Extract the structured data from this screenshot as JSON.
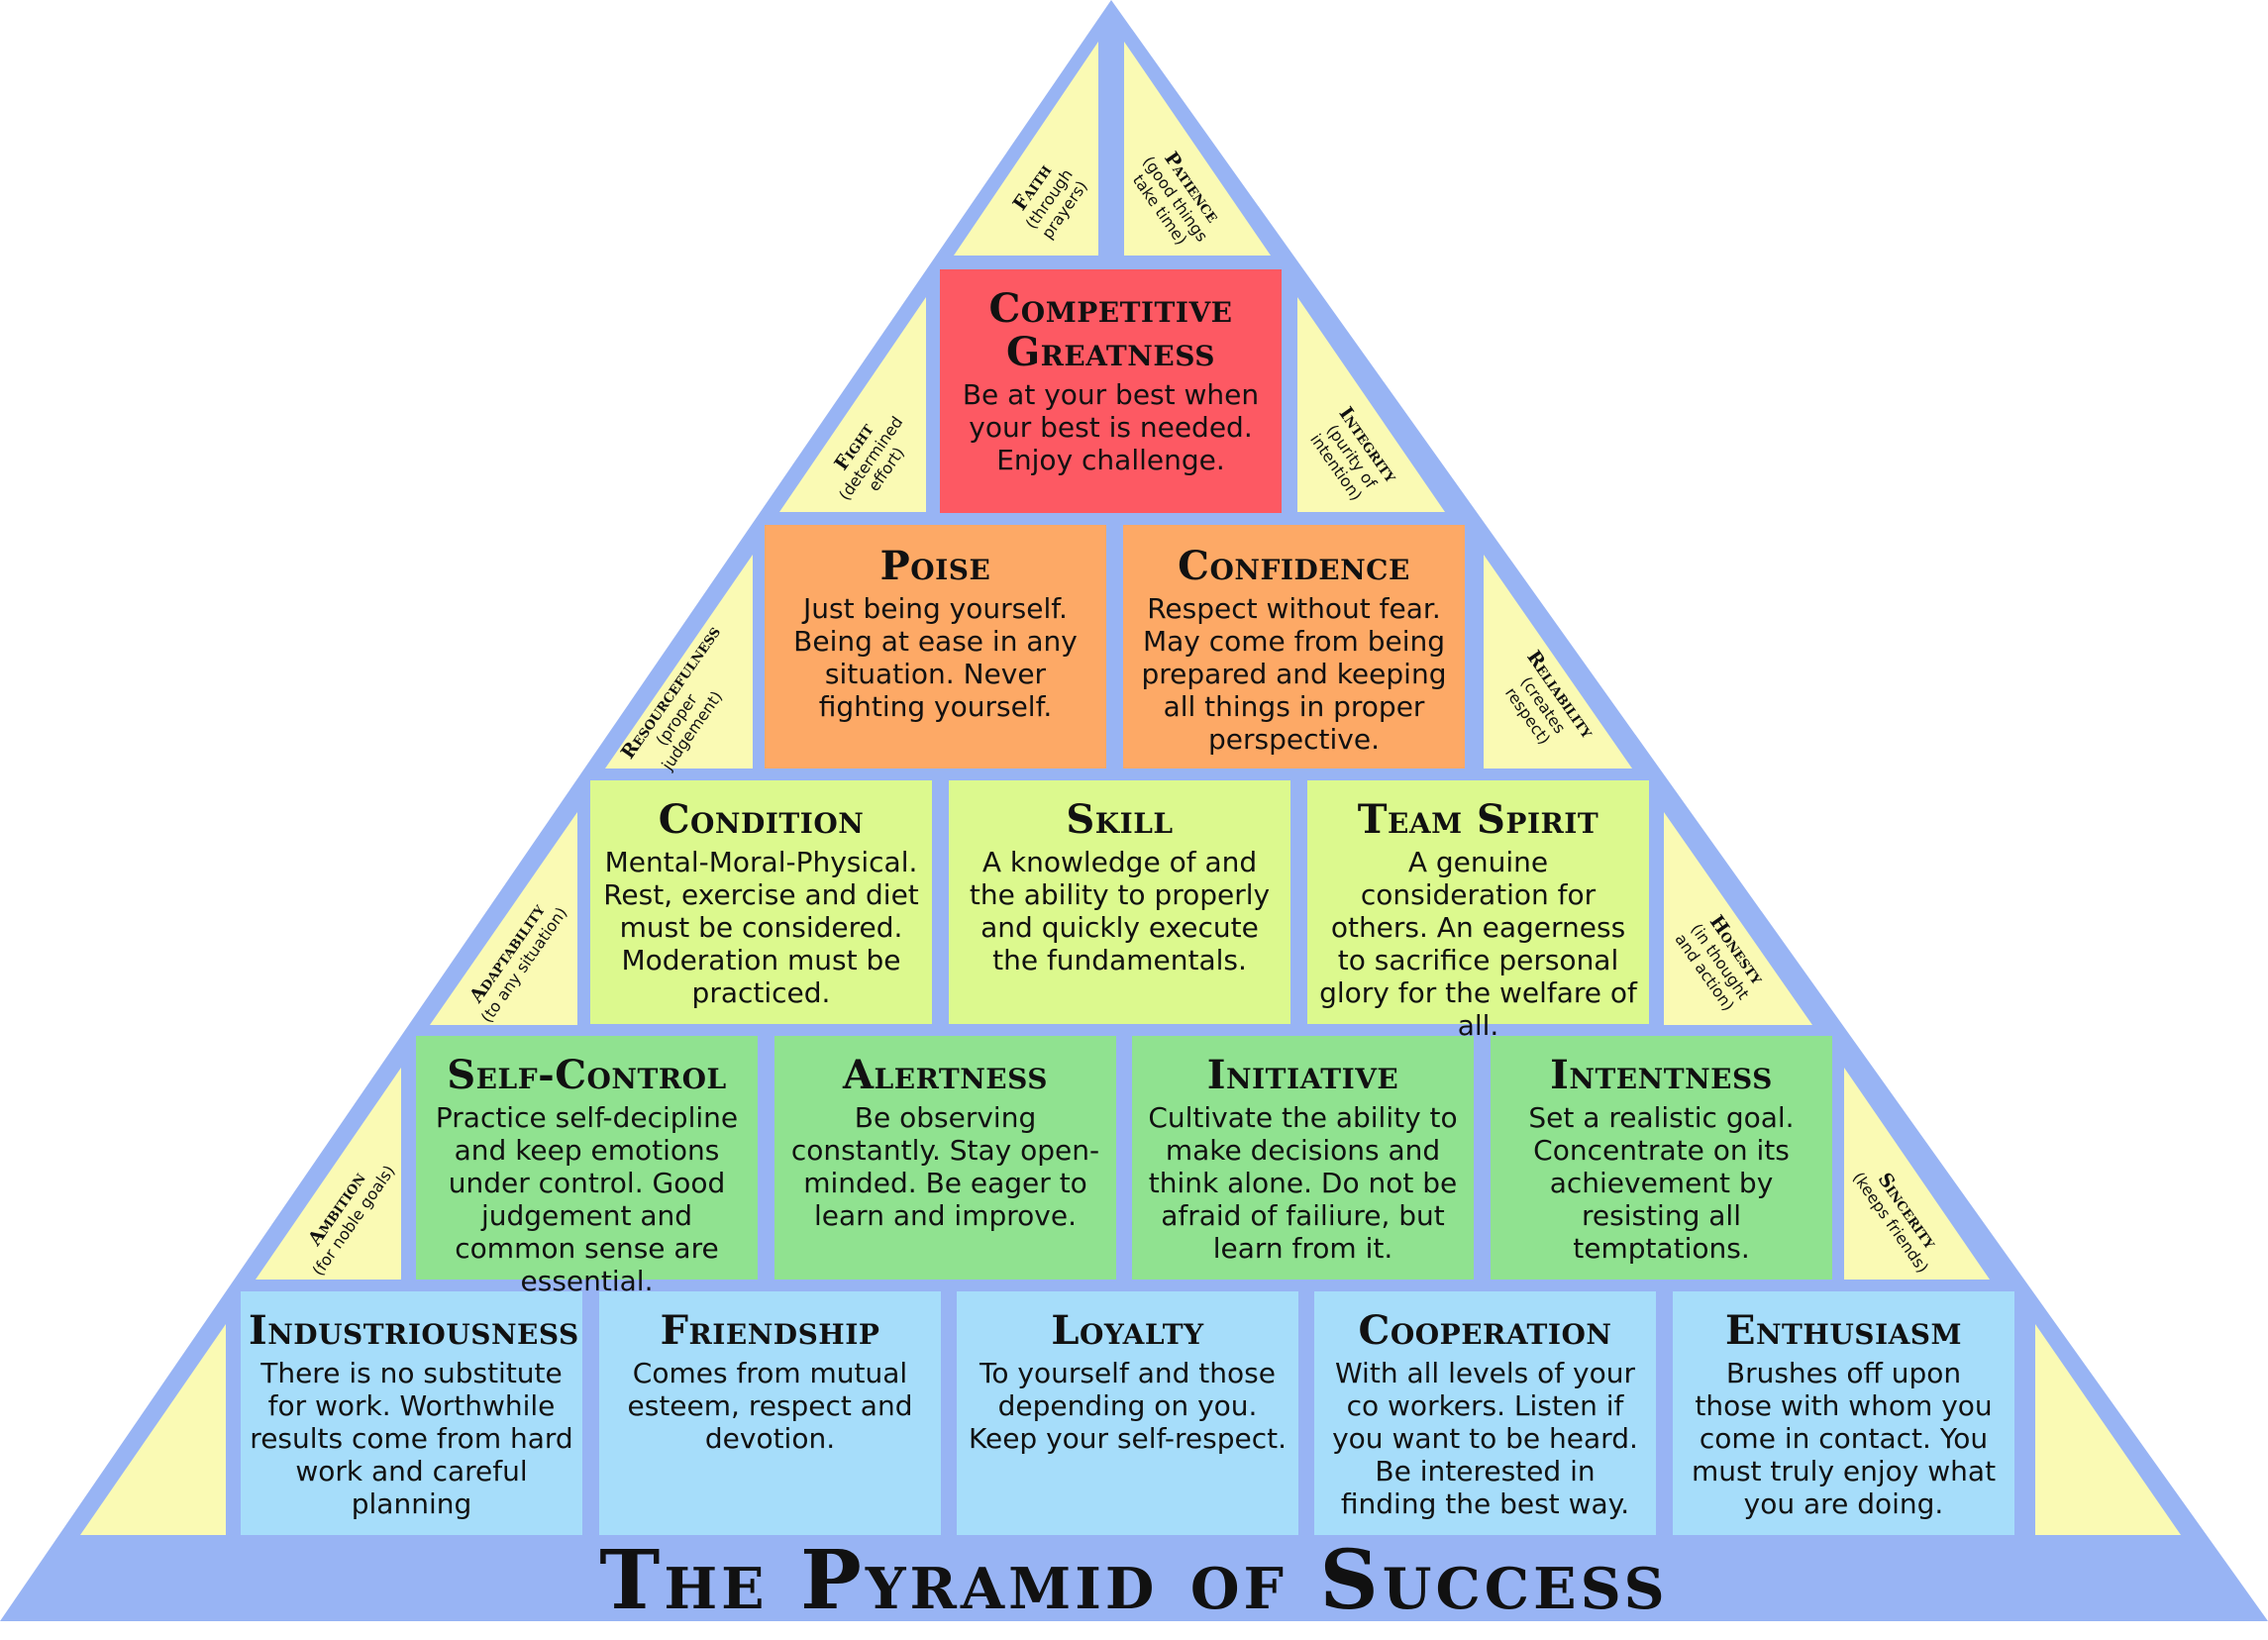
{
  "colors": {
    "frame": "#98b4f4",
    "side": "#fafab4",
    "base_row": "#a6ddfa",
    "row2": "#90e290",
    "row3": "#dcf98e",
    "row4": "#fda966",
    "top": "#fd5963"
  },
  "title": "The Pyramid of Success",
  "blocks": {
    "competitive_greatness": {
      "name": "Competitive Greatness",
      "desc": "Be at your best when your best is needed. Enjoy challenge."
    },
    "poise": {
      "name": "Poise",
      "desc": "Just being yourself. Being at ease in any situation. Never fighting yourself."
    },
    "confidence": {
      "name": "Confidence",
      "desc": "Respect without fear. May come from being prepared and keeping all things in proper perspective."
    },
    "condition": {
      "name": "Condition",
      "desc": "Mental-Moral-Physical. Rest, exercise and diet must be considered. Moderation must be practiced."
    },
    "skill": {
      "name": "Skill",
      "desc": "A knowledge of and the ability to properly and quickly execute the fundamentals."
    },
    "team_spirit": {
      "name": "Team Spirit",
      "desc": "A genuine consideration for others. An eagerness to sacrifice personal glory for the welfare of all."
    },
    "self_control": {
      "name": "Self-Control",
      "desc": "Practice self-decipline and keep emotions under control. Good judgement and common sense are essential."
    },
    "alertness": {
      "name": "Alertness",
      "desc": "Be observing constantly. Stay open-minded. Be eager to learn and improve."
    },
    "initiative": {
      "name": "Initiative",
      "desc": "Cultivate the ability to make decisions and think alone. Do not be afraid of failiure, but learn from it."
    },
    "intentness": {
      "name": "Intentness",
      "desc": "Set a realistic goal. Concentrate on its achievement by resisting all temptations."
    },
    "industriousness": {
      "name": "Industriousness",
      "desc": "There is no substitute for work. Worthwhile results come from hard work and careful planning"
    },
    "friendship": {
      "name": "Friendship",
      "desc": "Comes from mutual esteem, respect and devotion."
    },
    "loyalty": {
      "name": "Loyalty",
      "desc": "To yourself and those depending on you. Keep your self-respect."
    },
    "cooperation": {
      "name": "Cooperation",
      "desc": "With all levels of your co workers. Listen if you want to be heard. Be interested in finding the best way."
    },
    "enthusiasm": {
      "name": "Enthusiasm",
      "desc": "Brushes off upon those with whom you come in contact. You must truly enjoy what you are doing."
    }
  },
  "sides": {
    "faith": {
      "name": "Faith",
      "note": "(through prayers)"
    },
    "patience": {
      "name": "Patience",
      "note": "(good things take time)"
    },
    "fight": {
      "name": "Fight",
      "note": "(determined effort)"
    },
    "integrity": {
      "name": "Integrity",
      "note": "(purity of intention)"
    },
    "resourcefulness": {
      "name": "Resourcefulness",
      "note": "(proper judgement)"
    },
    "reliability": {
      "name": "Reliability",
      "note": "(creates respect)"
    },
    "adaptability": {
      "name": "Adaptability",
      "note": "(to any situation)"
    },
    "honesty": {
      "name": "Honesty",
      "note": "(in thought and action)"
    },
    "ambition": {
      "name": "Ambition",
      "note": "(for noble goals)"
    },
    "sincerity": {
      "name": "Sincerity",
      "note": "(keeps friends)"
    }
  }
}
